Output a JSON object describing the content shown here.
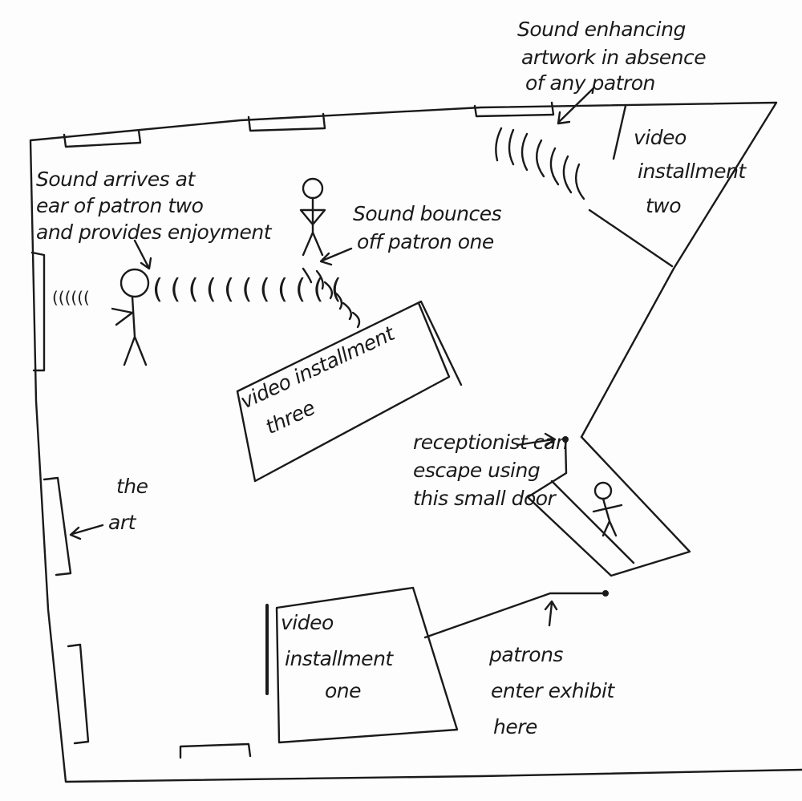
{
  "annotations": {
    "sound_enhancing": [
      "Sound enhancing",
      "artwork in absence",
      "of any patron"
    ],
    "sound_arrives": [
      "Sound arrives at",
      "ear of patron two",
      "and provides enjoyment"
    ],
    "sound_bounces": [
      "Sound bounces",
      "off patron one"
    ],
    "receptionist": [
      "receptionist can",
      "escape using",
      "this small door"
    ],
    "the_art": [
      "the",
      "art"
    ],
    "patrons_enter": [
      "patrons",
      "enter exhibit",
      "here"
    ]
  },
  "installments": {
    "one": [
      "video",
      "installment",
      "one"
    ],
    "two": [
      "video",
      "installment",
      "two"
    ],
    "three": [
      "video installment",
      "three"
    ]
  }
}
